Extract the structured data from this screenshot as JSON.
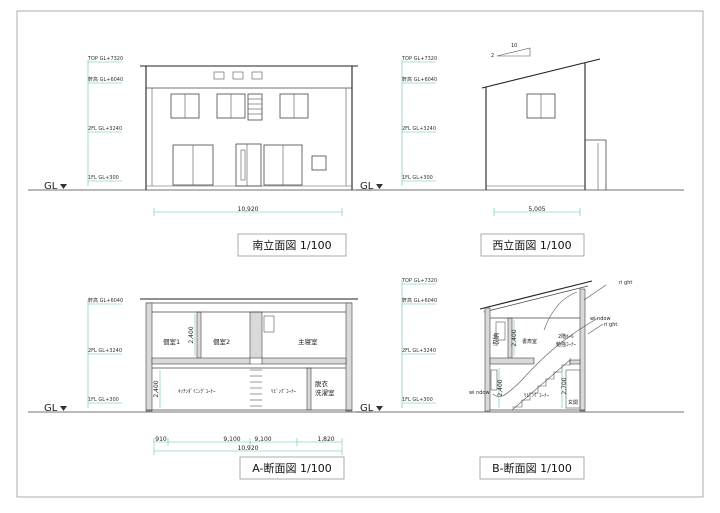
{
  "drawing": {
    "south_elevation": {
      "title": "南立面図 1/100",
      "levels": {
        "top": "TOP GL+7320",
        "eave": "軒高 GL+6040",
        "f2": "2FL GL+3240",
        "f1": "1FL GL+300"
      },
      "gl": "GL",
      "dim_total": "10,920"
    },
    "west_elevation": {
      "title": "西立面図 1/100",
      "levels": {
        "top": "TOP GL+7320",
        "eave": "軒高 GL+6040",
        "f2": "2FL GL+3240",
        "f1": "1FL GL+300"
      },
      "gl": "GL",
      "roof_pitch_run": "10",
      "roof_pitch_rise": "2",
      "dim_total": "5,005"
    },
    "section_a": {
      "title": "A-断面図 1/100",
      "levels": {
        "eave": "軒高 GL+6040",
        "f2": "2FL GL+3240",
        "f1": "1FL GL+300"
      },
      "gl": "GL",
      "rooms": {
        "r1": "個室1",
        "r2": "個室2",
        "master": "主寝室",
        "kitchen": "ｷｯﾁﾝﾀﾞｲﾆﾝｸﾞｺｰﾅｰ",
        "living": "ﾘﾋﾞﾝｸﾞｺｰﾅｰ",
        "wash1": "脱衣",
        "wash2": "洗濯室"
      },
      "heights": {
        "upper": "2,400",
        "lower": "2,400"
      },
      "dims": {
        "d1": "910",
        "d2": "9,100",
        "d3": "9,100",
        "d4": "1,820",
        "total": "10,920"
      }
    },
    "section_b": {
      "title": "B-断面図 1/100",
      "levels": {
        "top": "TOP GL+7320",
        "eave": "軒高 GL+6040",
        "f2": "2FL GL+3240",
        "f1": "1FL GL+300"
      },
      "gl": "GL",
      "rooms": {
        "storage": "収納",
        "study": "書斎室",
        "hall1": "2階ﾎｰﾙ",
        "hall2": "勉強ｺｰﾅｰ",
        "living": "ﾘﾋﾞﾝｸﾞｺｰﾅｰ",
        "entrance": "玄関"
      },
      "heights": {
        "upper": "2,400",
        "lower": "2,400",
        "entrance": "2,700"
      },
      "annotations": {
        "light1": "ri ght",
        "window1": "wi ndow",
        "light2": "ri ght",
        "window2": "wi ndow"
      }
    }
  }
}
